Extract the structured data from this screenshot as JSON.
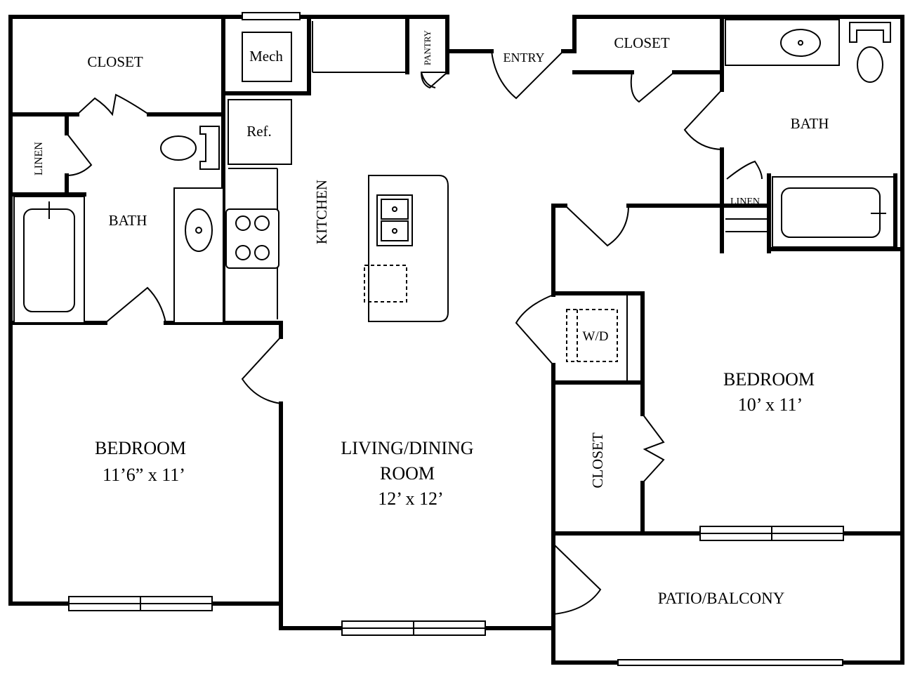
{
  "labels": {
    "closet_top_left": "CLOSET",
    "linen_left": "LINEN",
    "bath_left": "BATH",
    "mech": "Mech",
    "ref": "Ref.",
    "kitchen": "KITCHEN",
    "pantry": "PANTRY",
    "entry": "ENTRY",
    "closet_top_right": "CLOSET",
    "bath_right": "BATH",
    "linen_right": "LINEN",
    "wd": "W/D",
    "closet_right": "CLOSET"
  },
  "rooms": {
    "bedroom_left": {
      "name": "BEDROOM",
      "size": "11’6” x 11’"
    },
    "living": {
      "name_line1": "LIVING/DINING",
      "name_line2": "ROOM",
      "size": "12’ x 12’"
    },
    "bedroom_right": {
      "name": "BEDROOM",
      "size": "10’ x 11’"
    },
    "patio": {
      "name": "PATIO/BALCONY"
    }
  }
}
